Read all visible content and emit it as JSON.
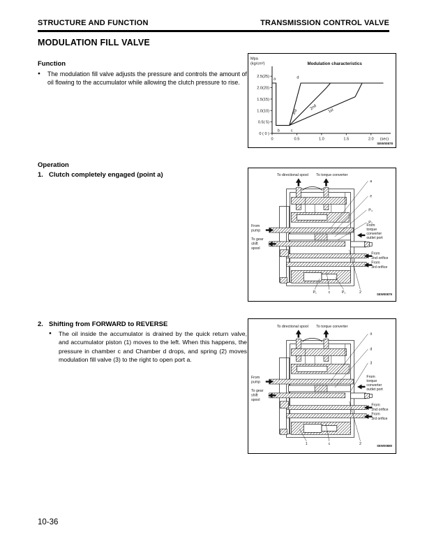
{
  "glyphs": {
    "bullet": "●"
  },
  "page": {
    "header_left": "STRUCTURE AND FUNCTION",
    "header_right": "TRANSMISSION CONTROL VALVE",
    "title": "MODULATION FILL VALVE",
    "page_number": "10-36"
  },
  "function_section": {
    "heading": "Function",
    "bullet_text": "The modulation fill valve adjusts the pressure and controls the amount of oil flowing to the accumulator while allowing the clutch pressure to rise."
  },
  "operation_section": {
    "heading": "Operation",
    "item1_number": "1.",
    "item1_title": "Clutch completely engaged (point a)",
    "item2_number": "2.",
    "item2_title": "Shifting from FORWARD to REVERSE",
    "item2_bullet_text": "The oil inside the accumulator is drained by the quick return valve, and accumulator piston (1)  moves to the left. When this happens, the pressure in chamber  c  and Chamber  d drops, and spring  (2) moves modulation fill valve (3) to the right to open port  a."
  },
  "chart_data": {
    "type": "line",
    "title": "Modulation characteristics",
    "xlabel": "(sec)",
    "ylabel": "Mpa (kg/cm²)",
    "y_axis_unit": [
      "Mpa",
      "(kg/cm²)"
    ],
    "x_axis_unit": "(sec)",
    "xlim": [
      0,
      2.3
    ],
    "ylim": [
      0,
      2.75
    ],
    "x_ticks": [
      0,
      0.5,
      1.0,
      1.5,
      2.0
    ],
    "x_tick_labels": [
      "0",
      "0.5",
      "1.0",
      "1.5",
      "2.0"
    ],
    "y_ticks": [
      2.5,
      2.0,
      1.5,
      1.0,
      0.5,
      0
    ],
    "y_tick_labels": [
      "2.5(25)",
      "2.0(20)",
      "1.5(15)",
      "1.0(10)",
      "0.5( 5)",
      "0 ( 0 )"
    ],
    "pre_trace": [
      [
        0,
        2.2
      ],
      [
        0.08,
        2.2
      ],
      [
        0.08,
        0.35
      ],
      [
        0.35,
        0.35
      ]
    ],
    "series": [
      {
        "name": "3rd",
        "points": [
          [
            0.35,
            0.35
          ],
          [
            0.5,
            1.55
          ],
          [
            0.58,
            2.2
          ],
          [
            2.25,
            2.2
          ]
        ]
      },
      {
        "name": "2nd",
        "points": [
          [
            0.35,
            0.35
          ],
          [
            1.08,
            1.95
          ],
          [
            1.18,
            2.2
          ]
        ]
      },
      {
        "name": "1st",
        "points": [
          [
            0.35,
            0.35
          ],
          [
            1.68,
            1.6
          ],
          [
            1.82,
            2.2
          ]
        ]
      }
    ],
    "point_labels": [
      "a",
      "b",
      "c",
      "d"
    ],
    "figure_code": "SEW00878"
  },
  "diagram1": {
    "top_labels": [
      "To directional spool",
      "To torque converter"
    ],
    "left_labels": [
      [
        "From",
        "pump"
      ],
      [
        "To gear",
        "shift",
        "spool"
      ]
    ],
    "right_port_labels": [
      [
        "From",
        "torque",
        "converter",
        "outlet port"
      ],
      [
        "From",
        "2nd orifice"
      ],
      [
        "From",
        "3rd orifice"
      ]
    ],
    "callout_labels": [
      "a",
      "e",
      "P₄",
      "P₃"
    ],
    "bottom_labels": [
      "P₁",
      "c",
      "P₂",
      "2"
    ],
    "figure_code": "SEW00879"
  },
  "diagram2": {
    "top_labels": [
      "To directional spool",
      "To torque converter"
    ],
    "left_labels": [
      [
        "From",
        "pump"
      ],
      [
        "To gear",
        "shift",
        "spool"
      ]
    ],
    "right_port_labels": [
      [
        "From",
        "torque",
        "converter",
        "outlet port"
      ],
      [
        "From",
        "2nd orifice"
      ],
      [
        "From",
        "3rd orifice"
      ]
    ],
    "callout_labels": [
      "a",
      "d",
      "3"
    ],
    "bottom_labels": [
      "1",
      "c",
      "2"
    ],
    "figure_code": "SEW00880"
  }
}
